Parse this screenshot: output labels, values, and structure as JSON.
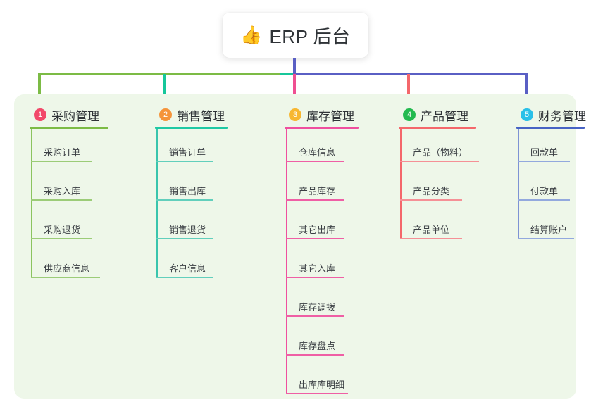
{
  "root": {
    "emoji": "👍",
    "emoji_name": "thumbs-up-emoji",
    "title": "ERP 后台"
  },
  "theme": {
    "panel_bg": "#eef7e9",
    "page_bg": "#ffffff",
    "trunk_color": "#5a5fc4",
    "bus_colors": [
      "#7cbb45",
      "#16c79a",
      "#5a5fc4"
    ]
  },
  "columns": [
    {
      "index": "1",
      "title": "采购管理",
      "badge_color": "#f2496a",
      "rule_color": "#7cbb45",
      "leaf_color": "#9ccc78",
      "spine_color": "#8bc45f",
      "items": [
        {
          "label": "采购订单"
        },
        {
          "label": "采购入库"
        },
        {
          "label": "采购退货"
        },
        {
          "label": "供应商信息"
        }
      ]
    },
    {
      "index": "2",
      "title": "销售管理",
      "badge_color": "#f5943a",
      "rule_color": "#1ec9a4",
      "leaf_color": "#62cfbc",
      "spine_color": "#39c5ad",
      "items": [
        {
          "label": "销售订单"
        },
        {
          "label": "销售出库"
        },
        {
          "label": "销售退货"
        },
        {
          "label": "客户信息"
        }
      ]
    },
    {
      "index": "3",
      "title": "库存管理",
      "badge_color": "#f7b731",
      "rule_color": "#ef4f9e",
      "leaf_color": "#ef5fa5",
      "spine_color": "#ef4f9e",
      "items": [
        {
          "label": "仓库信息"
        },
        {
          "label": "产品库存"
        },
        {
          "label": "其它出库"
        },
        {
          "label": "其它入库"
        },
        {
          "label": "库存调拨"
        },
        {
          "label": "库存盘点"
        },
        {
          "label": "出库库明细"
        }
      ]
    },
    {
      "index": "4",
      "title": "产品管理",
      "badge_color": "#22ba4f",
      "rule_color": "#f4676b",
      "leaf_color": "#f59096",
      "spine_color": "#f4676b",
      "items": [
        {
          "label": "产品（物料）"
        },
        {
          "label": "产品分类"
        },
        {
          "label": "产品单位"
        }
      ]
    },
    {
      "index": "5",
      "title": "财务管理",
      "badge_color": "#29c0e8",
      "rule_color": "#4763c4",
      "leaf_color": "#93a9de",
      "spine_color": "#7e93d4",
      "items": [
        {
          "label": "回款单"
        },
        {
          "label": "付款单"
        },
        {
          "label": "结算账户"
        }
      ]
    }
  ]
}
